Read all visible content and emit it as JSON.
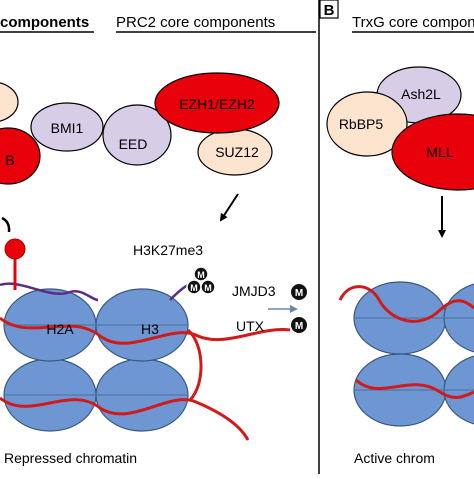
{
  "headings": {
    "prc1_partial": "components",
    "prc2": "PRC2 core components",
    "trxg_partial": "TrxG  core compon"
  },
  "panel_b_label": "B",
  "prc1": {
    "bmi1": "BMI1",
    "ring_partial": "B"
  },
  "prc2": {
    "ezh": "EZH1/EZH2",
    "eed": "EED",
    "suz12": "SUZ12"
  },
  "trxg": {
    "ash2l": "Ash2L",
    "rbbp5": "RbBP5",
    "mll": "MLL"
  },
  "marks": {
    "h3k27me3": "H3K27me3",
    "methyl_badge": "M"
  },
  "demethylases": {
    "jmjd3": "JMJD3",
    "utx": "UTX"
  },
  "histones": {
    "h2a": "H2A",
    "h3": "H3"
  },
  "captions": {
    "repressed": "Repressed chromatin",
    "active_partial": "Active chrom"
  },
  "colors": {
    "red": "#e8000b",
    "lavender": "#d7cde6",
    "peach": "#fce4cf",
    "nucleosome": "#6d96d2",
    "nucleosome_stroke": "#39587f",
    "dna": "#d11a1a",
    "histone_tail": "#5b2c86"
  }
}
